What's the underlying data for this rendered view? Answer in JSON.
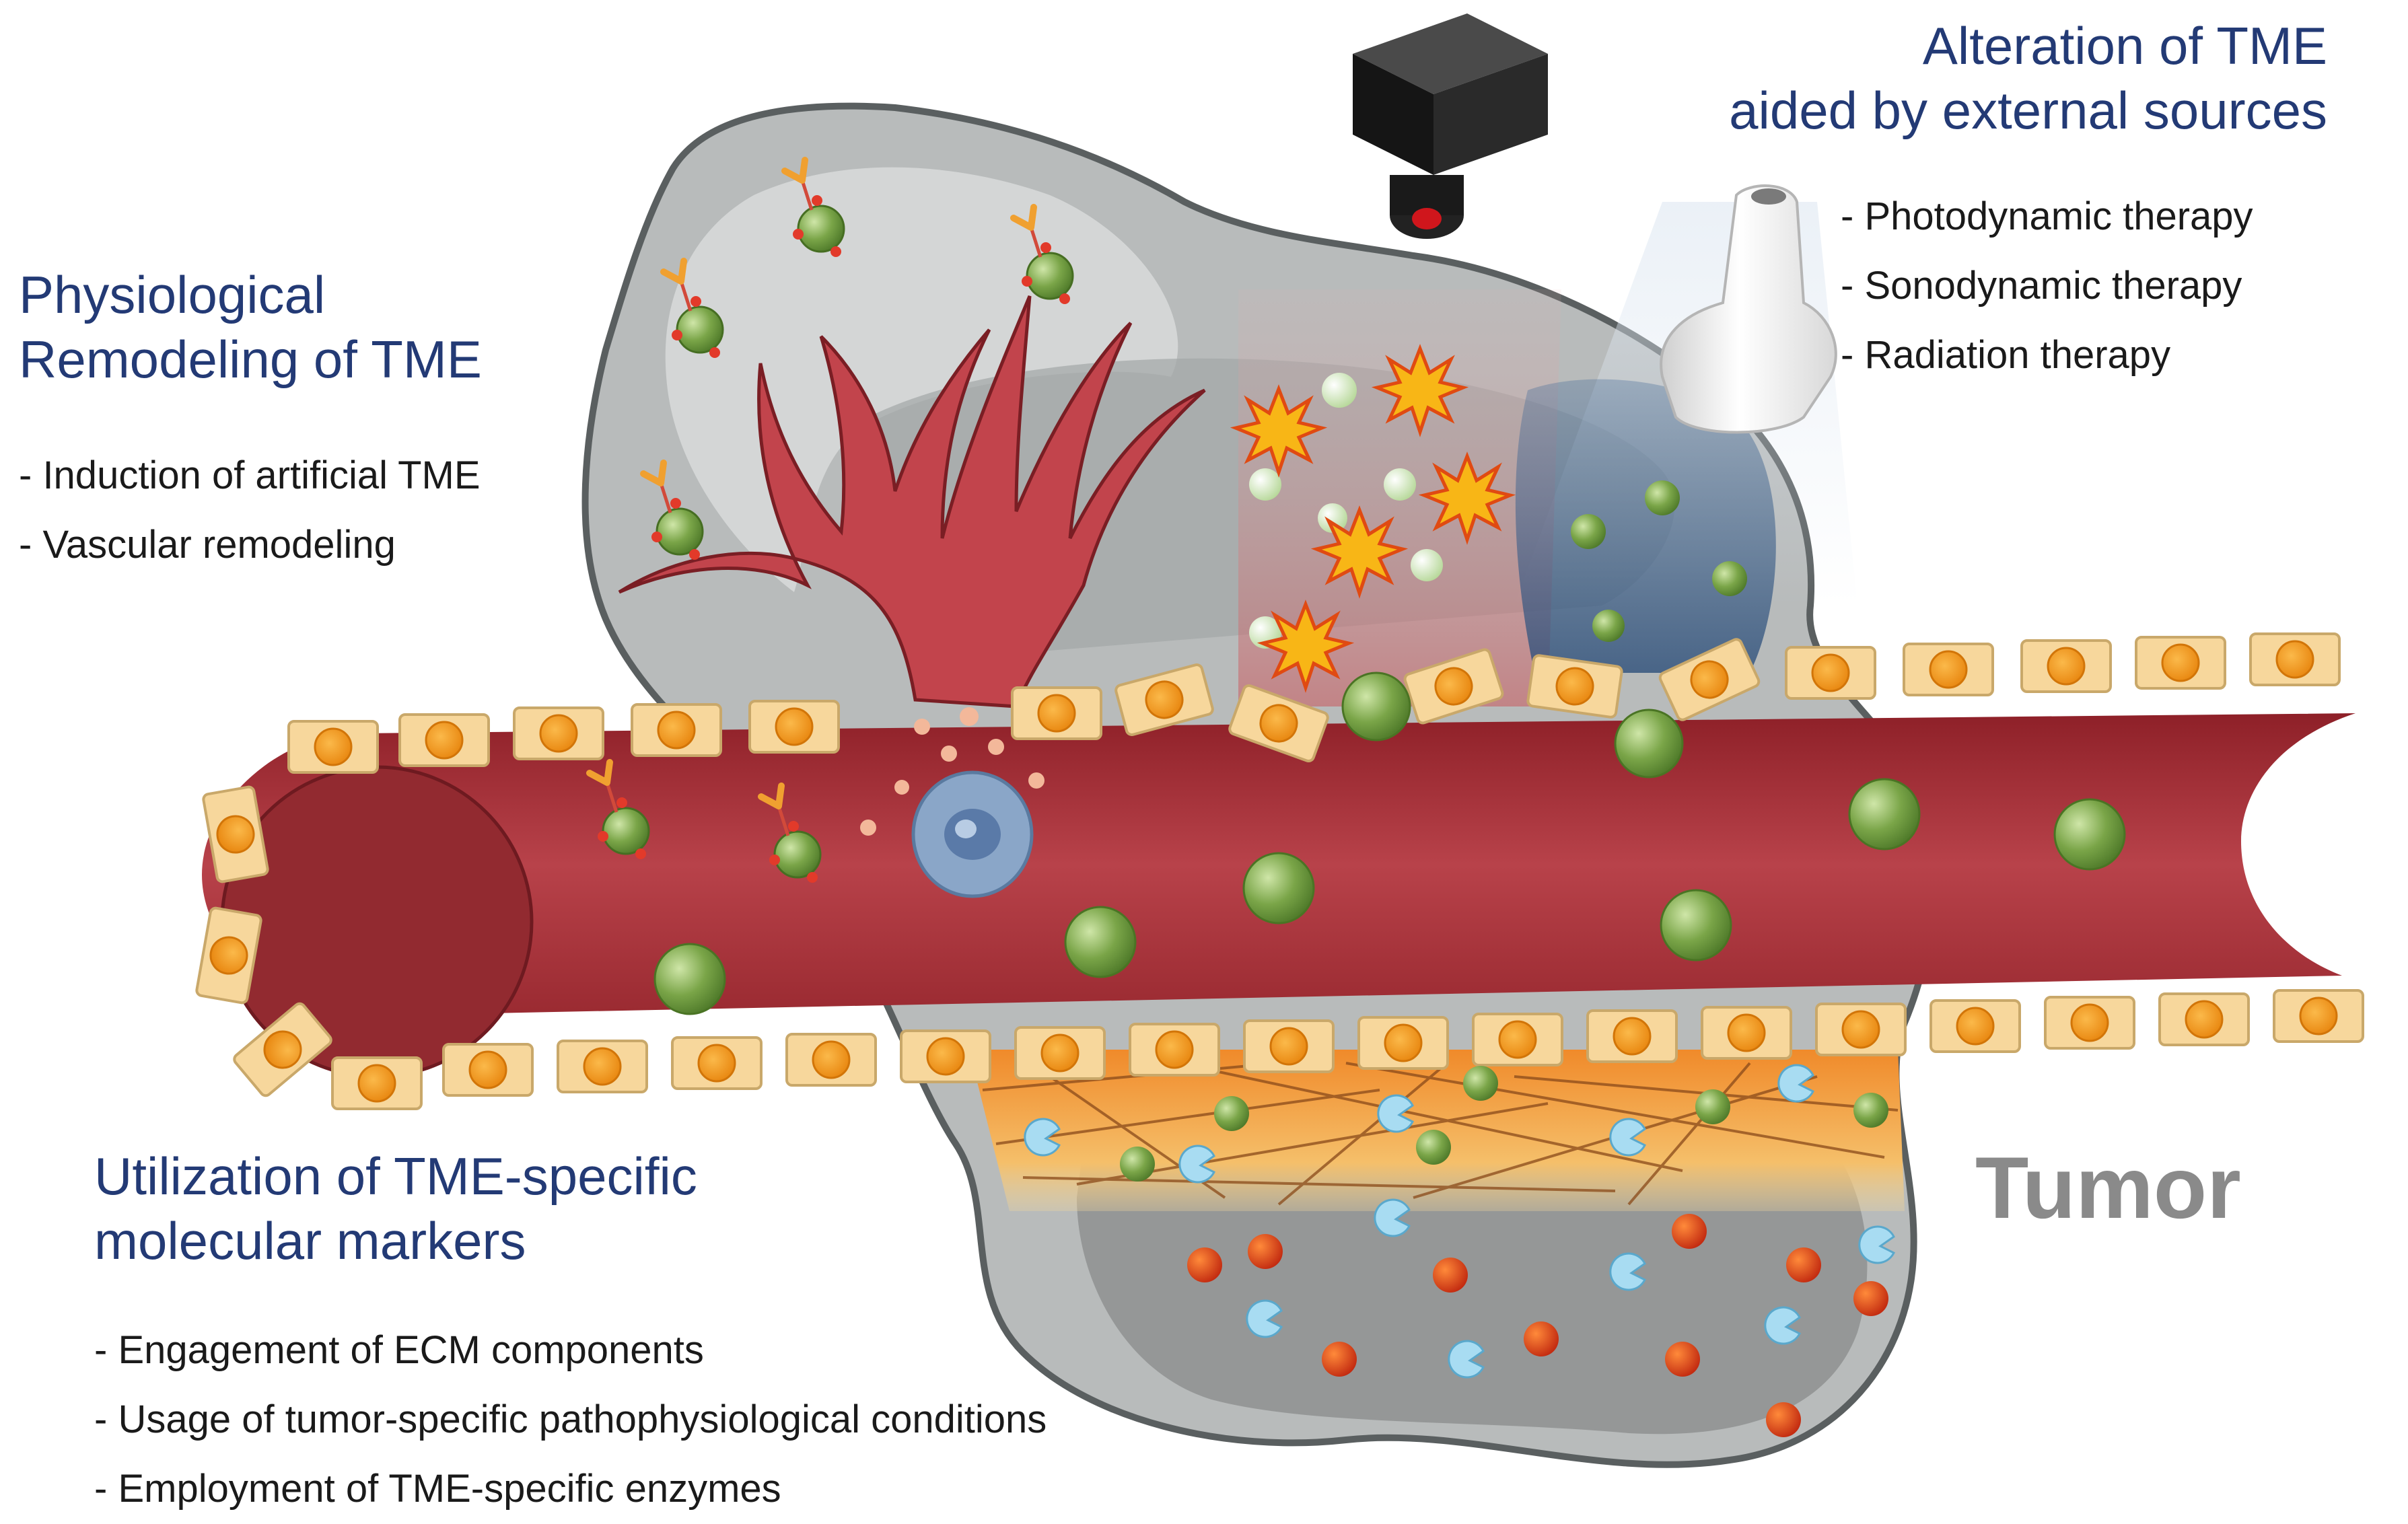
{
  "physiological": {
    "title_line1": "Physiological",
    "title_line2": "Remodeling of TME",
    "items": [
      "Induction of artificial TME",
      "Vascular remodeling"
    ]
  },
  "external": {
    "title_line1": "Alteration of TME",
    "title_line2": "aided by external sources",
    "items": [
      "Photodynamic therapy",
      "Sonodynamic therapy",
      "Radiation therapy"
    ]
  },
  "markers": {
    "title_line1": "Utilization of TME-specific",
    "title_line2": "molecular markers",
    "items": [
      "Engagement of ECM components",
      "Usage of tumor-specific pathophysiological conditions",
      "Employment of TME-specific enzymes"
    ]
  },
  "tumor_label": "Tumor",
  "colors": {
    "heading": "#233a75",
    "vessel": "#b0383f",
    "tumor": "#b8bbbb",
    "cell": "#f7d79c",
    "nucleus": "#f39a1c",
    "nanoparticle": "#6f9a3c",
    "enzyme": "#9ed4ec",
    "ecm": "#f2a14a"
  },
  "icons": [
    "light-source-icon",
    "ultrasound-probe-icon",
    "blood-vessel",
    "immune-cell",
    "nanoparticle",
    "enzyme-icon",
    "burst-icon"
  ]
}
